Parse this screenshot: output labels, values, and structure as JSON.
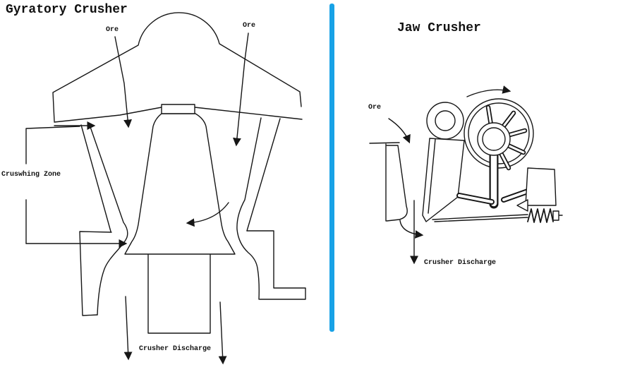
{
  "titles": {
    "gyratory": "Gyratory Crusher",
    "jaw": "Jaw Crusher"
  },
  "gyratory": {
    "labels": {
      "ore_left": "Ore",
      "ore_right": "Ore",
      "crushing_zone": "Cruswhing Zone",
      "discharge": "Crusher Discharge"
    }
  },
  "jaw": {
    "labels": {
      "ore": "Ore",
      "discharge": "Crusher Discharge"
    }
  },
  "colors": {
    "divider_blue": "#18A2E6",
    "ink": "#161616",
    "background": "#FFFFFF"
  }
}
